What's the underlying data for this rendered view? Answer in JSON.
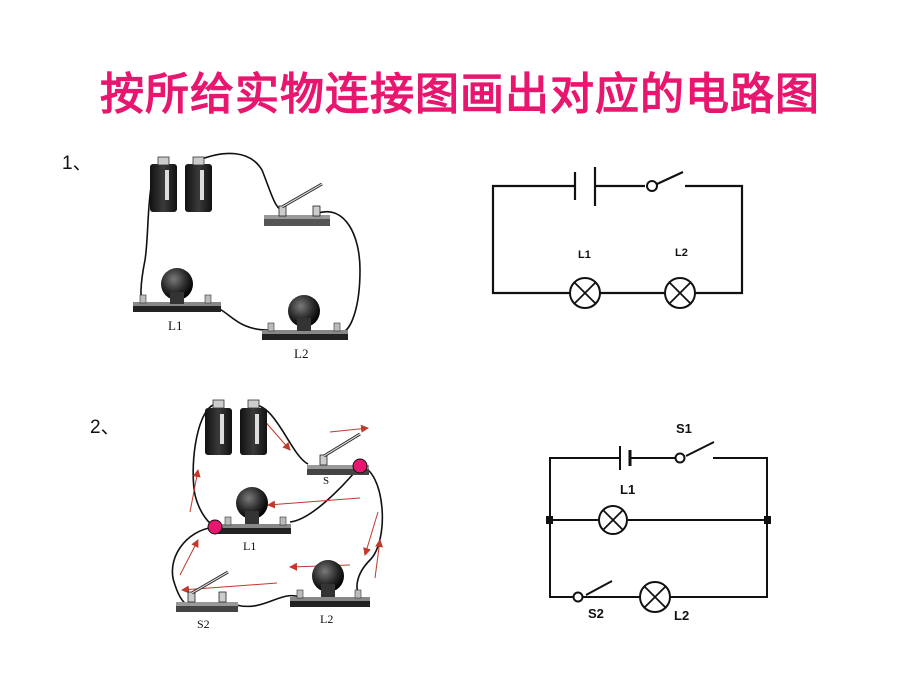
{
  "title": "按所给实物连接图画出对应的电路图",
  "colors": {
    "title": "#e8166e",
    "arrow": "#c0392b",
    "node": "#e8166e",
    "wire": "#111111"
  },
  "questions": [
    {
      "number": "1、",
      "physical_labels": {
        "lamp1": "L1",
        "lamp2": "L2"
      },
      "schematic_labels": {
        "lamp1": "L1",
        "lamp2": "L2"
      }
    },
    {
      "number": "2、",
      "physical_labels": {
        "switch_main": "S",
        "lamp1": "L1",
        "switch2": "S2",
        "lamp2": "L2"
      },
      "schematic_labels": {
        "switch1": "S1",
        "lamp1": "L1",
        "switch2": "S2",
        "lamp2": "L2"
      }
    }
  ]
}
